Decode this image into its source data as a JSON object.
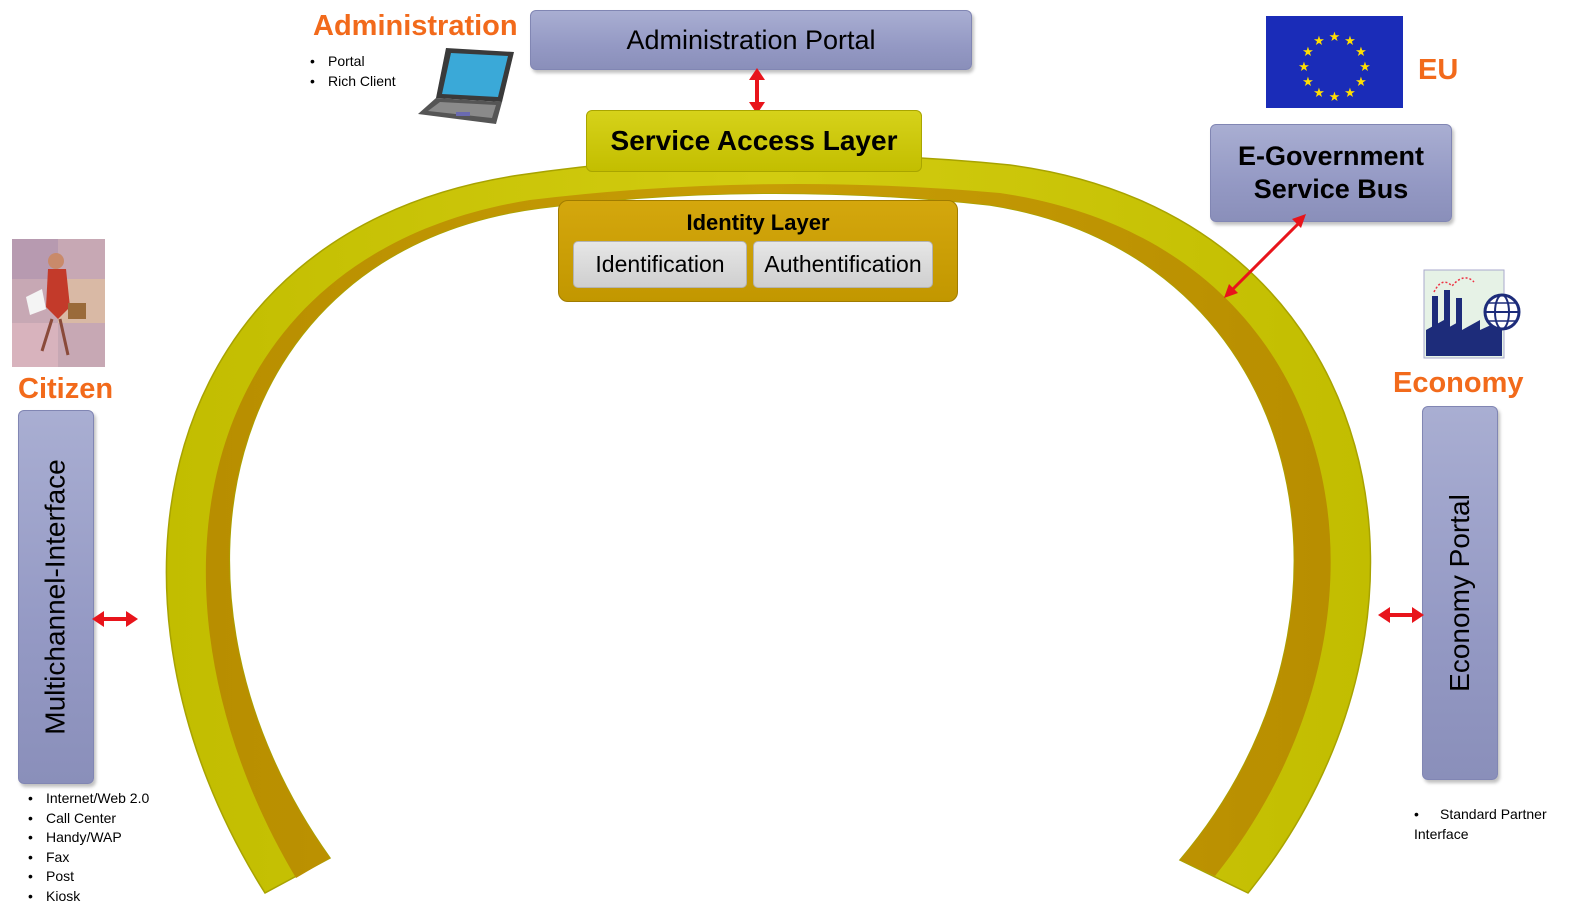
{
  "administration": {
    "title": "Administration",
    "items": [
      "Portal",
      "Rich Client"
    ],
    "portal_label": "Administration Portal",
    "icon": "laptop-icon"
  },
  "service_access_layer": {
    "label": "Service Access Layer"
  },
  "identity_layer": {
    "title": "Identity Layer",
    "identification": "Identification",
    "authentification": "Authentification"
  },
  "eu": {
    "label": "EU",
    "icon": "eu-flag-icon"
  },
  "egov_bus": {
    "line1": "E-Government",
    "line2": "Service Bus"
  },
  "citizen": {
    "label": "Citizen",
    "icon": "citizen-icon",
    "interface_label": "Multichannel-Interface",
    "items": [
      "Internet/Web 2.0",
      "Call Center",
      "Handy/WAP",
      "Fax",
      "Post",
      "Kiosk"
    ]
  },
  "economy": {
    "label": "Economy",
    "icon": "factory-globe-icon",
    "portal_label": "Economy Portal",
    "items": [
      "Standard Partner Interface"
    ]
  },
  "colors": {
    "accent_orange": "#f26a1b",
    "box_fill": "#9ba0c8",
    "arch_outer": "#c9c400",
    "arch_inner": "#c39a00",
    "arrow": "#e8141b",
    "eu_blue": "#1a2cb8"
  }
}
